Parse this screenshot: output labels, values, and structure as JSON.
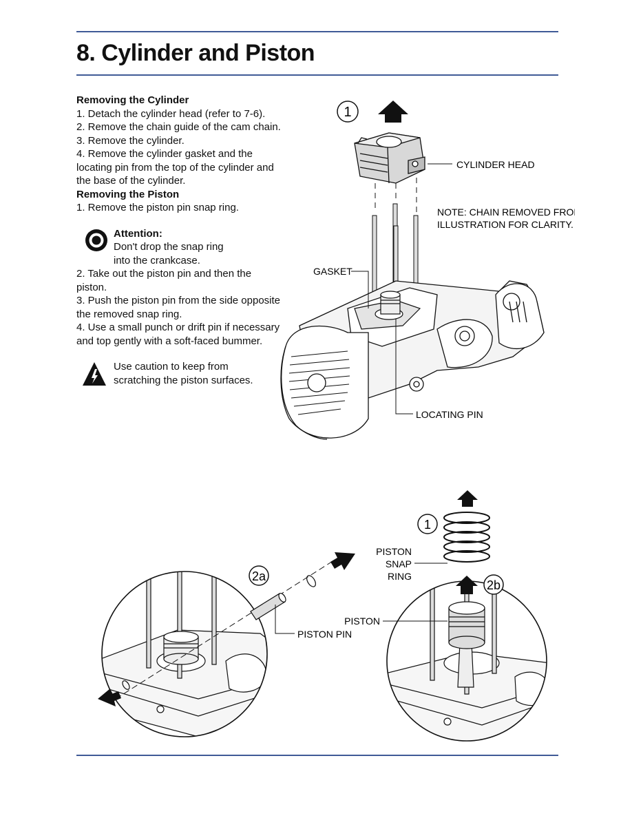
{
  "page": {
    "title": "8. Cylinder and Piston"
  },
  "removing_cylinder": {
    "heading": "Removing the Cylinder",
    "steps": [
      "1.  Detach the cylinder head (refer to 7-6).",
      "2.  Remove the chain guide of the cam chain.",
      "3.  Remove the cylinder.",
      "4.  Remove the cylinder gasket and the locating pin from the top of the cylinder and the base of the cylinder."
    ]
  },
  "removing_piston": {
    "heading": "Removing the Piston",
    "steps": [
      "1.  Remove the piston pin snap ring.",
      "2.  Take out the piston pin and then the piston.",
      "3.  Push the piston pin from the side opposite the removed snap ring.",
      "4.  Use a small punch or drift pin if necessary and top gently with a soft-faced bummer."
    ],
    "attention": {
      "title": "Attention:",
      "text": "Don't drop the snap ring into the crankcase.",
      "icon": "attention-icon"
    },
    "caution": {
      "text": "Use caution to keep from scratching the piston surfaces.",
      "icon": "warning-icon"
    }
  },
  "figure_top": {
    "step_marker": "1",
    "labels": {
      "cylinder_head": "CYLINDER HEAD",
      "note_line1": "NOTE: CHAIN REMOVED FROM",
      "note_line2": "ILLUSTRATION FOR CLARITY.",
      "gasket": "GASKET",
      "locating_pin": "LOCATING PIN"
    }
  },
  "figure_bottom": {
    "marker_1": "1",
    "marker_2a": "2a",
    "marker_2b": "2b",
    "labels": {
      "piston_snap_line1": "PISTON",
      "piston_snap_line2": "SNAP",
      "piston_snap_line3": "RING",
      "piston_pin": "PISTON PIN",
      "piston": "PISTON"
    }
  },
  "colors": {
    "rule": "#3f5a96",
    "text": "#111111"
  }
}
